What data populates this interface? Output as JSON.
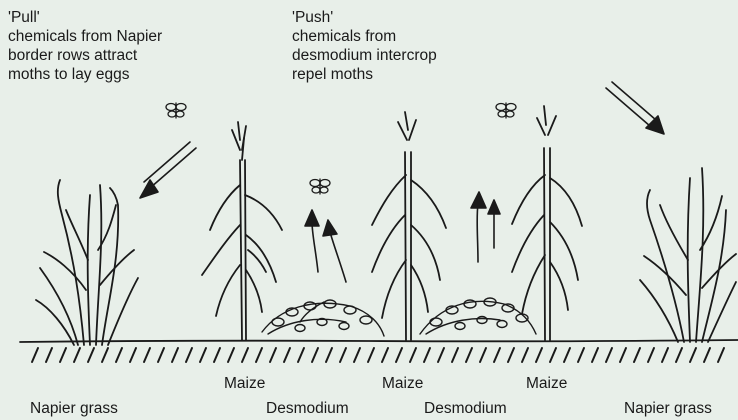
{
  "pull": {
    "heading": "'Pull'",
    "lines": [
      "chemicals from Napier",
      "border rows attract",
      "moths to lay eggs"
    ]
  },
  "push": {
    "heading": "'Push'",
    "lines": [
      "chemicals from",
      "desmodium intercrop",
      "repel moths"
    ]
  },
  "labels": {
    "napier_left": "Napier grass",
    "maize_1": "Maize",
    "desmodium_1": "Desmodium",
    "maize_2": "Maize",
    "desmodium_2": "Desmodium",
    "maize_3": "Maize",
    "napier_right": "Napier grass"
  },
  "colors": {
    "background": "#e8efe9",
    "ink": "#1a1a1a"
  },
  "icons": [
    "moth-icon",
    "arrow-icon",
    "maize-plant-icon",
    "napier-grass-icon",
    "desmodium-plant-icon"
  ]
}
